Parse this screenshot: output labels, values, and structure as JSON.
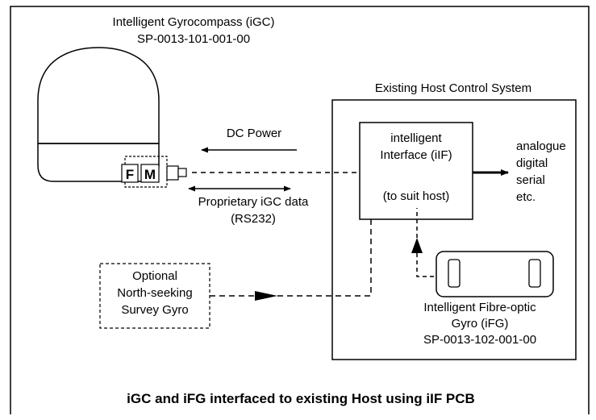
{
  "gyrocompass": {
    "name": "Intelligent Gyrocompass (iGC)",
    "part_number": "SP-0013-101-001-00",
    "connector_female": "F",
    "connector_male": "M"
  },
  "host": {
    "title": "Existing Host Control System"
  },
  "interface": {
    "line1": "intelligent",
    "line2": "Interface (iIF)",
    "line3": "(to suit host)"
  },
  "outputs": [
    "analogue",
    "digital",
    "serial",
    "etc."
  ],
  "links": {
    "power": "DC Power",
    "data_line1": "Proprietary iGC data",
    "data_line2": "(RS232)"
  },
  "survey_gyro": {
    "line1": "Optional",
    "line2": "North-seeking",
    "line3": "Survey Gyro"
  },
  "fibre_gyro": {
    "line1": "Intelligent Fibre-optic",
    "line2": "Gyro (iFG)",
    "line3": "SP-0013-102-001-00"
  },
  "caption": "iGC and iFG interfaced to existing Host using iIF PCB"
}
